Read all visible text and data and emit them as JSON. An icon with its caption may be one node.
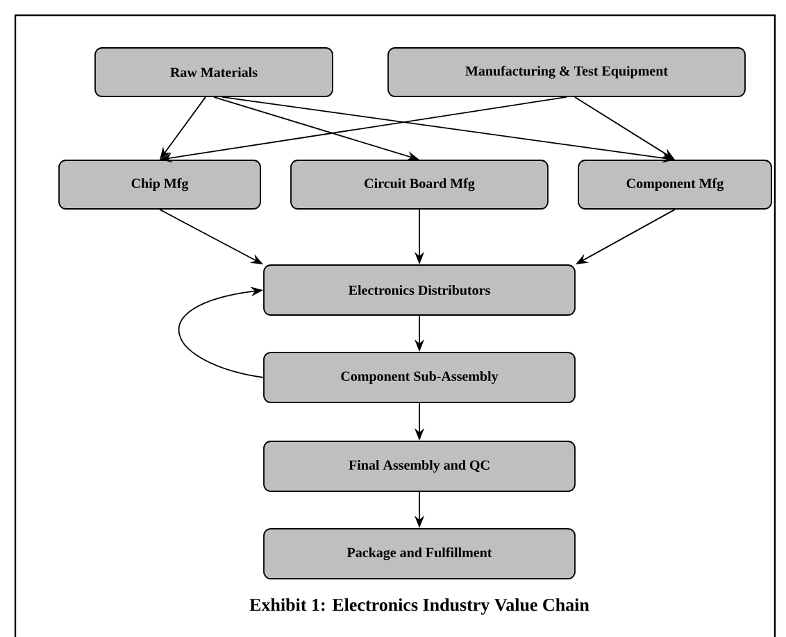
{
  "diagram": {
    "caption": "Exhibit 1: Electronics Industry Value Chain",
    "nodes": [
      {
        "text": [
          "Raw Materials"
        ]
      },
      {
        "text": [
          "Manufacturing & Test Equipment"
        ]
      },
      {
        "text": [
          "Chip Mfg"
        ]
      },
      {
        "text": [
          "Circuit Board Mfg"
        ]
      },
      {
        "text": [
          "Component Mfg"
        ]
      },
      {
        "text": [
          "Electronics Distributors"
        ]
      },
      {
        "text": [
          "Component Sub-Assembly"
        ]
      },
      {
        "text": [
          "Final Assembly and QC"
        ]
      },
      {
        "text": [
          "Package and Fulfillment"
        ]
      }
    ],
    "edges": [
      {
        "from": 0,
        "to": 2,
        "arrow": "to"
      },
      {
        "from": 0,
        "to": 3,
        "arrow": "to"
      },
      {
        "from": 0,
        "to": 4,
        "arrow": "to"
      },
      {
        "from": 1,
        "to": 2,
        "arrow": "to"
      },
      {
        "from": 1,
        "to": 4,
        "arrow": "to"
      },
      {
        "from": 2,
        "to": 5,
        "arrow": "to"
      },
      {
        "from": 3,
        "to": 5,
        "arrow": "to"
      },
      {
        "from": 4,
        "to": 5,
        "arrow": "to"
      },
      {
        "from": 5,
        "to": 6,
        "arrow": "to"
      },
      {
        "from": 6,
        "to": 5,
        "arrow": "to"
      },
      {
        "from": 6,
        "to": 7,
        "arrow": "to"
      },
      {
        "from": 7,
        "to": 8,
        "arrow": "to"
      }
    ]
  }
}
